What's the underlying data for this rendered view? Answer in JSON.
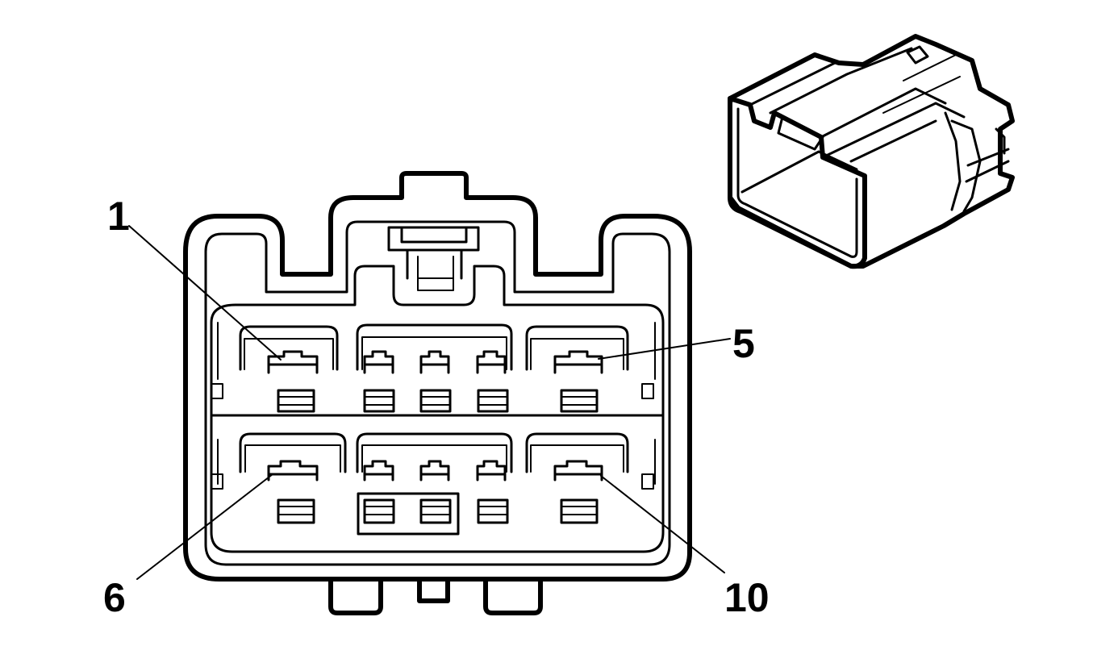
{
  "diagram": {
    "labels": {
      "pin_1": "1",
      "pin_5": "5",
      "pin_6": "6",
      "pin_10": "10"
    },
    "colors": {
      "stroke": "#000000",
      "background": "#ffffff"
    }
  }
}
